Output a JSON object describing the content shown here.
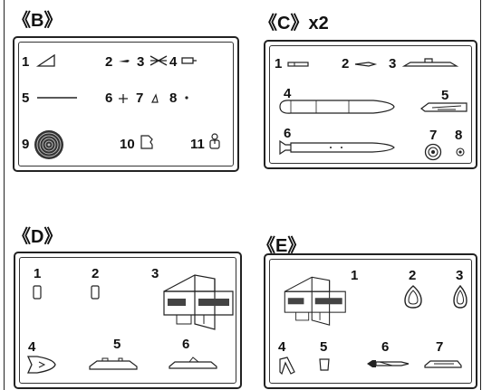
{
  "sections": {
    "B": {
      "title": "《B》",
      "parts": [
        "1",
        "2",
        "3",
        "4",
        "5",
        "6",
        "7",
        "8",
        "9",
        "10",
        "11"
      ]
    },
    "C": {
      "title": "《C》",
      "multiplier": "x2",
      "parts": [
        "1",
        "2",
        "3",
        "4",
        "5",
        "6",
        "7",
        "8"
      ]
    },
    "D": {
      "title": "《D》",
      "parts": [
        "1",
        "2",
        "3",
        "4",
        "5",
        "6"
      ]
    },
    "E": {
      "title": "《E》",
      "parts": [
        "1",
        "2",
        "3",
        "4",
        "5",
        "6",
        "7"
      ]
    }
  },
  "icons": {
    "B1": "wedge-plate",
    "B2": "small-rod",
    "B3": "x-strut",
    "B4": "tab-plate",
    "B5": "long-rod",
    "B6": "cross-piece",
    "B7": "small-fin",
    "B8": "dot-part",
    "B9": "roundel-disc",
    "B10": "bracket-plate",
    "B11": "hook-part",
    "C1": "short-rod",
    "C2": "pointed-rod",
    "C3": "rail-strip",
    "C4": "fuel-tank-half",
    "C5": "wing-section",
    "C6": "missile-body",
    "C7": "wheel",
    "C8": "small-washer",
    "D1": "rect-plate",
    "D2": "rect-plate",
    "D3": "fin-assembly",
    "D4": "nose-cap",
    "D5": "pylon",
    "D6": "pylon-alt",
    "E1": "fin-assembly",
    "E2": "ring-part",
    "E3": "ring-part",
    "E4": "angle-arm",
    "E5": "cup-part",
    "E6": "seeker-rod",
    "E7": "small-pylon"
  }
}
